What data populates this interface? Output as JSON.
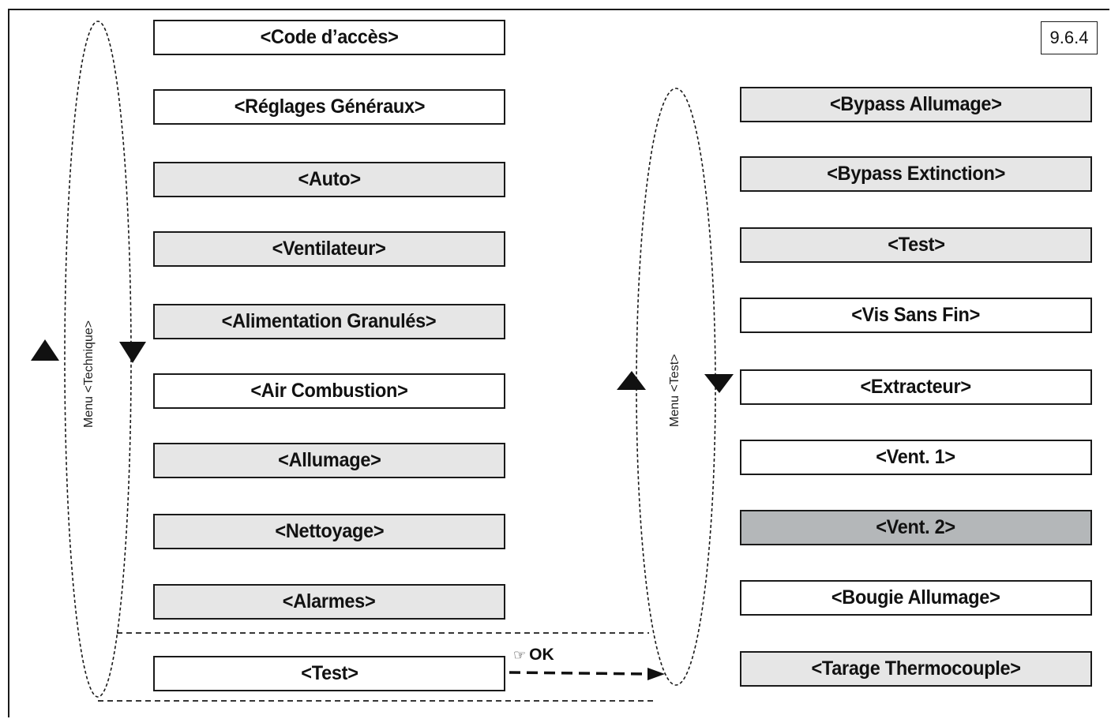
{
  "page_ref": "9.6.4",
  "left_menu": {
    "label": "Menu <Technique>",
    "items": [
      {
        "label": "<Code d’accès>",
        "shade": "white"
      },
      {
        "label": "<Réglages Généraux>",
        "shade": "white"
      },
      {
        "label": "<Auto>",
        "shade": "light"
      },
      {
        "label": "<Ventilateur>",
        "shade": "light"
      },
      {
        "label": "<Alimentation Granulés>",
        "shade": "light"
      },
      {
        "label": "<Air Combustion>",
        "shade": "white"
      },
      {
        "label": "<Allumage>",
        "shade": "light"
      },
      {
        "label": "<Nettoyage>",
        "shade": "light"
      },
      {
        "label": "<Alarmes>",
        "shade": "light"
      },
      {
        "label": "<Test>",
        "shade": "white"
      }
    ]
  },
  "right_menu": {
    "label": "Menu <Test>",
    "items": [
      {
        "label": "<Bypass Allumage>",
        "shade": "light"
      },
      {
        "label": "<Bypass Extinction>",
        "shade": "light"
      },
      {
        "label": "<Test>",
        "shade": "light"
      },
      {
        "label": "<Vis Sans Fin>",
        "shade": "white"
      },
      {
        "label": "<Extracteur>",
        "shade": "white"
      },
      {
        "label": "<Vent. 1>",
        "shade": "white"
      },
      {
        "label": "<Vent. 2>",
        "shade": "dark"
      },
      {
        "label": "<Bougie Allumage>",
        "shade": "white"
      },
      {
        "label": "<Tarage Thermocouple>",
        "shade": "light"
      }
    ]
  },
  "ok_action": {
    "hand_icon": "☞",
    "label": "OK"
  },
  "colors": {
    "white": "#ffffff",
    "light": "#e6e6e6",
    "dark": "#b4b7b9",
    "ink": "#1a1a1a"
  }
}
